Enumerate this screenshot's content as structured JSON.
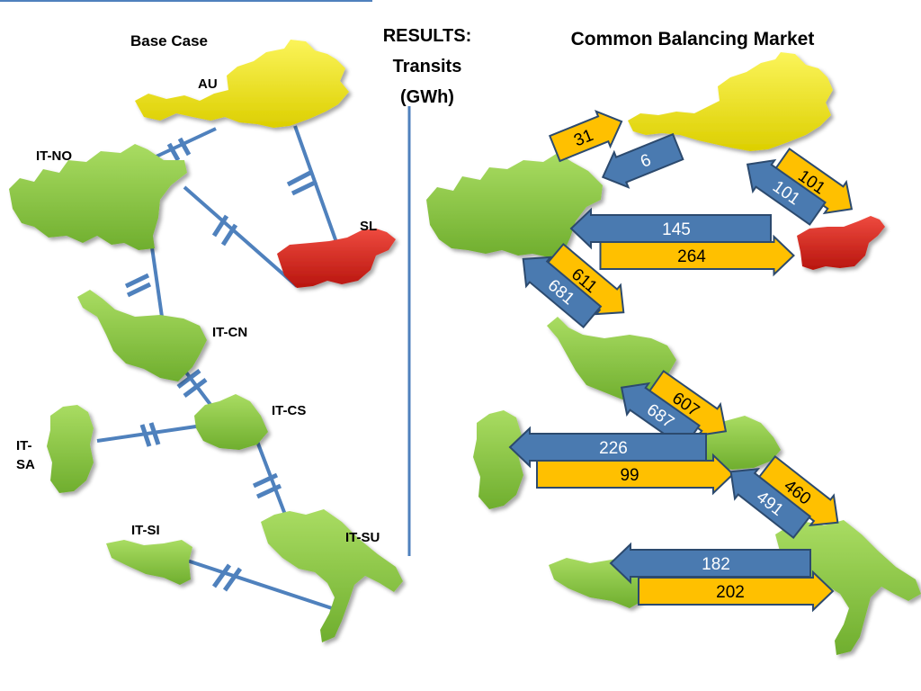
{
  "base_case": {
    "title": "Base Case",
    "regions": {
      "au": "AU",
      "it_no": "IT-NO",
      "sl": "SL",
      "it_cn": "IT-CN",
      "it_cs": "IT-CS",
      "it_sa_line1": "IT-",
      "it_sa_line2": "SA",
      "it_si": "IT-SI",
      "it_su": "IT-SU"
    }
  },
  "results": {
    "line1": "RESULTS:",
    "line2": "Transits",
    "line3": "(GWh)"
  },
  "cbm": {
    "title": "Common Balancing Market",
    "flows": {
      "it_no_to_au": "31",
      "au_to_it_no": "6",
      "au_to_sl": "101",
      "sl_to_au": "101",
      "sl_to_it_no": "145",
      "it_no_to_sl": "264",
      "it_no_to_it_cn": "611",
      "it_cn_to_it_no": "681",
      "it_cn_to_it_cs": "607",
      "it_cs_to_it_cn": "687",
      "it_cs_to_it_sa": "226",
      "it_sa_to_it_cs": "99",
      "it_cs_to_it_su": "460",
      "it_su_to_it_cs": "491",
      "it_su_to_it_si": "182",
      "it_si_to_it_su": "202"
    }
  },
  "colors": {
    "austria": "#f2e800",
    "italy": "#8cc63e",
    "slovenia": "#d9251c",
    "link": "#4f81bd",
    "arrow_blue": "#4a7ab0",
    "arrow_orange": "#ffc000",
    "arrow_border": "#2c4a6e"
  }
}
